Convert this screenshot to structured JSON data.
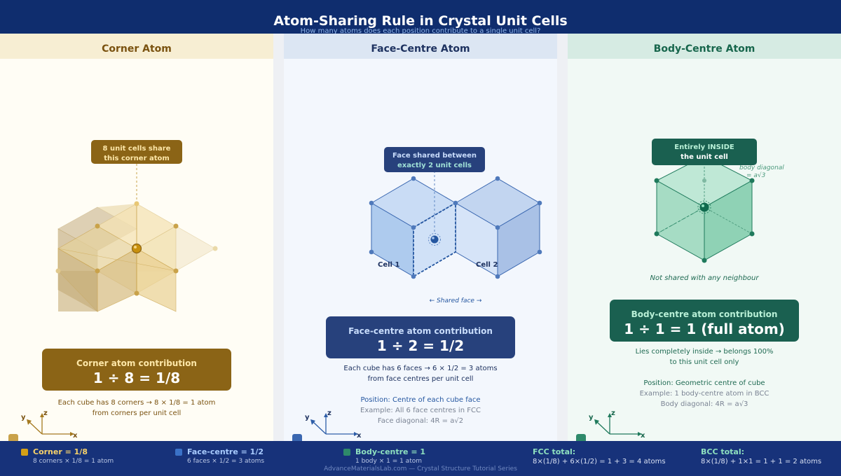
{
  "header": {
    "title": "Atom-Sharing Rule in Crystal Unit Cells",
    "subtitle": "How many atoms does each position contribute to a single unit cell?"
  },
  "corner": {
    "heading": "Corner Atom",
    "bubble_line1": "8 unit cells share",
    "bubble_line2": "this corner atom",
    "box_label": "Corner atom contribution",
    "box_formula": "1 ÷ 8 = 1/8",
    "note_line1": "Each cube has 8 corners → 8 × 1/8 = 1 atom",
    "note_line2": "from corners per unit cell"
  },
  "face": {
    "heading": "Face-Centre Atom",
    "bubble_line1": "Face shared between",
    "bubble_line2": "exactly 2 unit cells",
    "cell1": "Cell 1",
    "cell2": "Cell 2",
    "shared_face": "← Shared face →",
    "box_label": "Face-centre atom contribution",
    "box_formula": "1 ÷ 2 = 1/2",
    "note_line1": "Each cube has 6 faces → 6 × 1/2 = 3 atoms",
    "note_line2": "from face centres per unit cell",
    "position": "Position: Centre of each cube face",
    "example": "Example: All 6 face centres in FCC",
    "diagonal": "Face diagonal: 4R = a√2"
  },
  "body": {
    "heading": "Body-Centre Atom",
    "bubble_line1": "Entirely INSIDE",
    "bubble_line2": "the unit cell",
    "diag_label1": "body diagonal",
    "diag_label2": "= a√3",
    "not_shared": "Not shared with any neighbour",
    "box_label": "Body-centre atom contribution",
    "box_formula": "1 ÷ 1 = 1 (full atom)",
    "note_line1": "Lies completely inside → belongs 100%",
    "note_line2": "to this unit cell only",
    "position": "Position: Geometric centre of cube",
    "example": "Example: 1 body-centre atom in BCC",
    "diagonal": "Body diagonal: 4R = a√3"
  },
  "axes": {
    "x": "x",
    "y": "y",
    "z": "z"
  },
  "legend": {
    "corner_title": "Corner = 1/8",
    "corner_detail": "8 corners × 1/8 = 1 atom",
    "face_title": "Face-centre = 1/2",
    "face_detail": "6 faces × 1/2 = 3 atoms",
    "body_title": "Body-centre = 1",
    "body_detail": "1 body × 1 = 1 atom",
    "fcc_title": "FCC total:",
    "fcc_detail": "8×(1/8) + 6×(1/2) = 1 + 3 = 4 atoms",
    "bcc_title": "BCC total:",
    "bcc_detail": "8×(1/8) + 1×1 = 1 + 1 = 2 atoms"
  },
  "footer": "AdvanceMaterialsLab.com — Crystal Structure Tutorial Series",
  "colors": {
    "header_bg": "#0f2d6e",
    "corner_gold": "#8b6416",
    "face_blue": "#27417c",
    "body_green": "#1a6050",
    "legend_bg": "#17327a"
  }
}
